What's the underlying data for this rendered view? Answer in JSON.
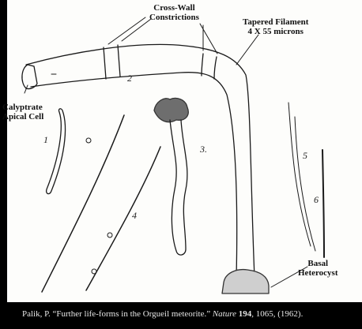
{
  "labels": {
    "cross_wall": [
      "Cross-Wall",
      "Constrictions"
    ],
    "tapered": [
      "Tapered Filament",
      "4 X 55 microns"
    ],
    "calyptrate": [
      "Calyptrate",
      "Apical Cell"
    ],
    "basal": [
      "Basal",
      "Heterocyst"
    ]
  },
  "numbers": {
    "n1": "1",
    "n2": "2",
    "n3": "3.",
    "n4": "4",
    "n5": "5",
    "n6": "6"
  },
  "caption": {
    "author": "Palik, P.",
    "title": "“Further life-forms in the Orgueil meteorite.”",
    "journal": "Nature",
    "volume": "194",
    "rest": ", 1065, (1962)."
  }
}
